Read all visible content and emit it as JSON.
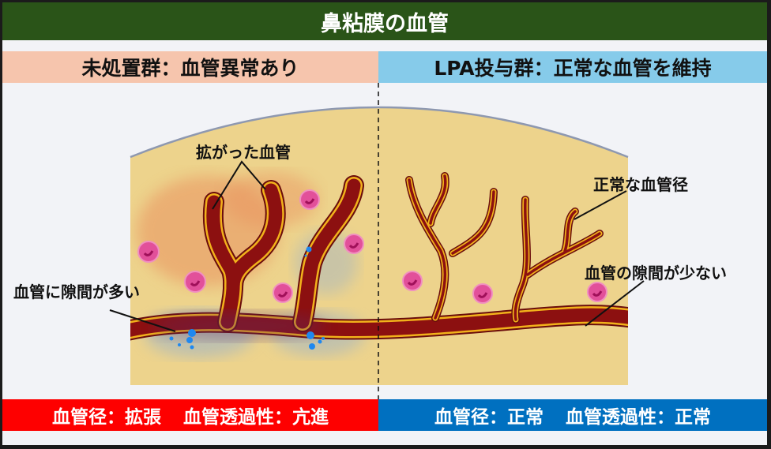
{
  "title": "鼻粘膜の血管",
  "groups": {
    "untreated": {
      "header": "未処置群：血管異常あり",
      "callouts": {
        "dilated": "拡がった血管",
        "gaps": "血管に隙間が多い"
      },
      "footer": {
        "diameter": "血管径：拡張",
        "permeability": "血管透過性：亢進"
      },
      "color": "#fe0000"
    },
    "lpa": {
      "header": "LPA投与群：正常な血管を維持",
      "callouts": {
        "normal_diameter": "正常な血管径",
        "few_gaps": "血管の隙間が少ない"
      },
      "footer": {
        "diameter": "血管径：正常",
        "permeability": "血管透過性：正常"
      },
      "color": "#0070c0"
    }
  },
  "colors": {
    "title_bg": "#2a5418",
    "tissue": "#edd38c",
    "vessel": "#8c1010",
    "vessel_edge": "#f2b21b",
    "cell": "#e2509a",
    "leak": "#1e88f0"
  }
}
